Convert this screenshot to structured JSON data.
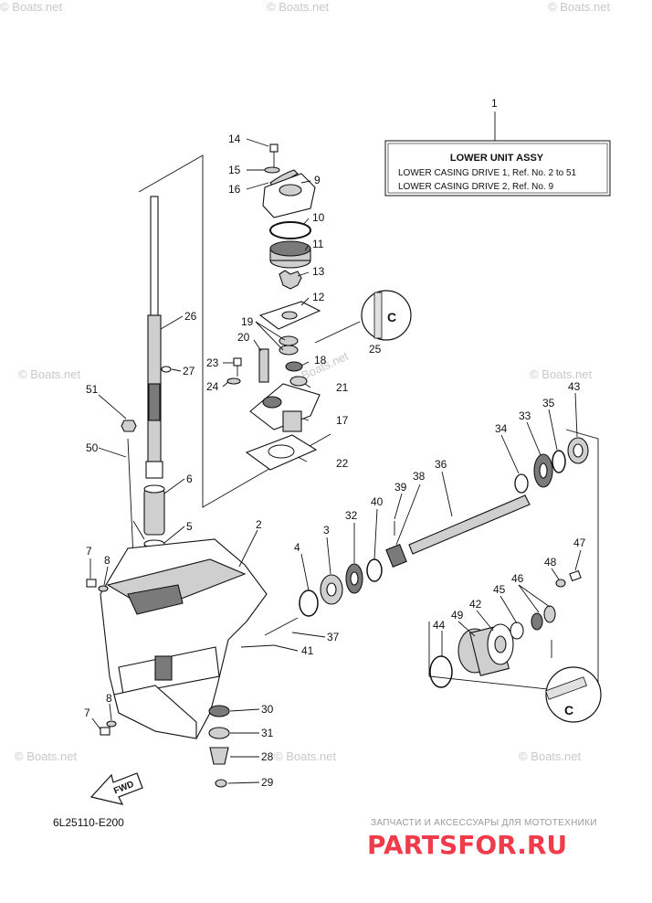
{
  "assembly_box": {
    "ref_number": "1",
    "title": "LOWER UNIT ASSY",
    "line1": "LOWER CASING DRIVE 1,  Ref. No. 2 to 51",
    "line2": "LOWER CASING DRIVE 2,  Ref. No. 9"
  },
  "part_numbers": {
    "p2": "2",
    "p3": "3",
    "p4": "4",
    "p5": "5",
    "p6": "6",
    "p7a": "7",
    "p7b": "7",
    "p8a": "8",
    "p8b": "8",
    "p9": "9",
    "p10": "10",
    "p11": "11",
    "p12": "12",
    "p13": "13",
    "p14": "14",
    "p15": "15",
    "p16": "16",
    "p17": "17",
    "p18": "18",
    "p19": "19",
    "p20": "20",
    "p21": "21",
    "p22": "22",
    "p23": "23",
    "p24": "24",
    "p25": "25",
    "p26": "26",
    "p27": "27",
    "p28": "28",
    "p29": "29",
    "p30": "30",
    "p31": "31",
    "p32": "32",
    "p33": "33",
    "p34": "34",
    "p35": "35",
    "p36": "36",
    "p37": "37",
    "p38": "38",
    "p39": "39",
    "p40": "40",
    "p41": "41",
    "p42": "42",
    "p43": "43",
    "p44": "44",
    "p45": "45",
    "p46": "46",
    "p47": "47",
    "p48": "48",
    "p49": "49",
    "p50": "50",
    "p51": "51"
  },
  "fwd_label": "FWD",
  "diagram_code": "6L25110-E200",
  "watermark": "© Boats.net",
  "brand": {
    "tagline": "ЗАПЧАСТИ И АКСЕССУАРЫ ДЛЯ МОТОТЕХНИКИ",
    "name": "PARTSFOR.RU"
  },
  "colors": {
    "ink": "#111111",
    "brand_red": "#ef3b4a",
    "watermark_gray": "#c8c8c8"
  }
}
